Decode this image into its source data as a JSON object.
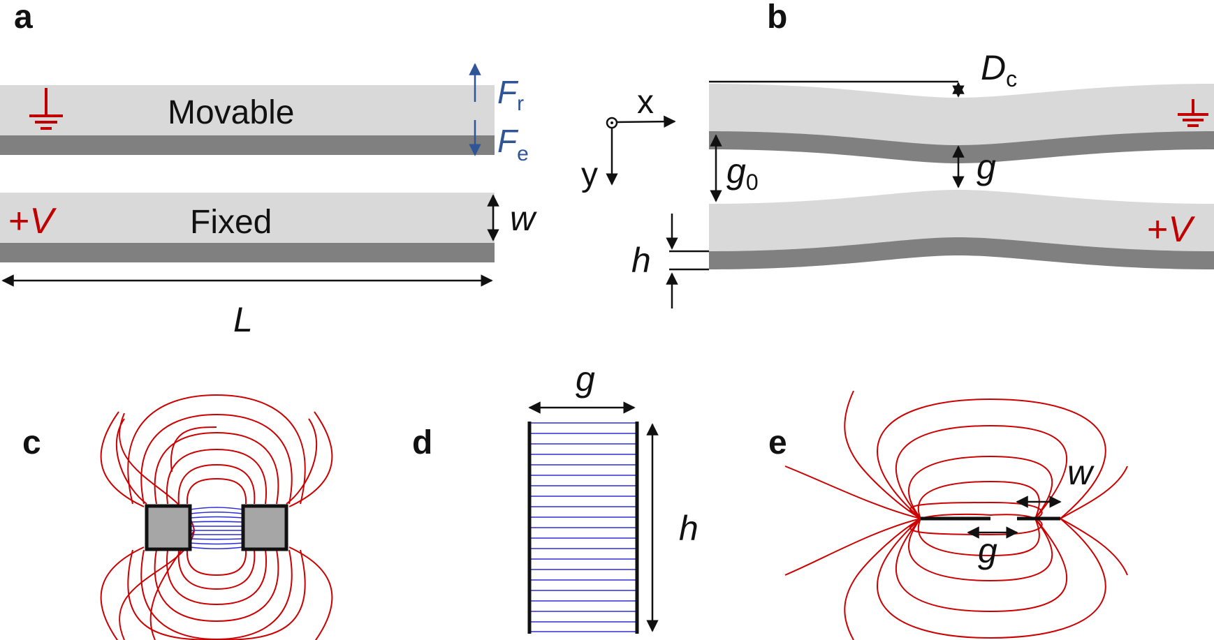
{
  "panels": {
    "a": "a",
    "b": "b",
    "c": "c",
    "d": "d",
    "e": "e"
  },
  "panel_a": {
    "movable_label": "Movable",
    "fixed_label": "Fixed",
    "force_restoring": "F",
    "force_restoring_sub": "r",
    "force_electrostatic": "F",
    "force_electrostatic_sub": "e",
    "voltage_plus": "+",
    "voltage_symbol": "V",
    "width_symbol": "w",
    "length_symbol": "L"
  },
  "panel_b": {
    "deflection_symbol": "D",
    "deflection_sub": "c",
    "axis_x": "x",
    "axis_y": "y",
    "initial_gap_symbol": "g",
    "initial_gap_sub": "0",
    "gap_symbol": "g",
    "height_symbol": "h",
    "voltage_plus": "+",
    "voltage_symbol": "V"
  },
  "panel_d": {
    "gap_symbol": "g",
    "height_symbol": "h"
  },
  "panel_e": {
    "width_symbol": "w",
    "gap_symbol": "g"
  },
  "colors": {
    "beam_light": "#d9d9d9",
    "beam_dark": "#808080",
    "electrode_red": "#c00000",
    "force_blue": "#2f5597",
    "field_red": "#cc0000",
    "field_blue": "#2b2bd6"
  },
  "icons": [
    "ground-icon",
    "axis-out-of-plane-icon",
    "arrow-icon"
  ]
}
